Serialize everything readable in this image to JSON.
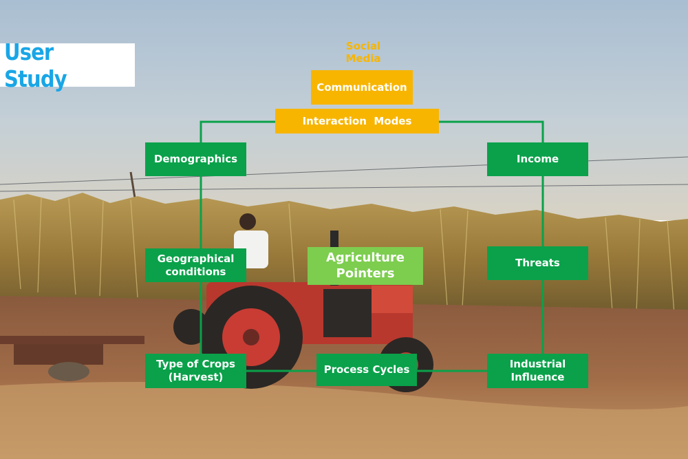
{
  "title": "User Study",
  "top_label": "Social\nMedia",
  "colors": {
    "box_green": "#0aa14a",
    "box_orange": "#f7b500",
    "box_light_green": "#7dcd4f",
    "title_blue": "#19a6e6",
    "connector_green": "#0aa14a"
  },
  "diagram": {
    "nodes": [
      {
        "id": "communication",
        "label": "Communication"
      },
      {
        "id": "interaction-modes",
        "label": "Interaction  Modes"
      },
      {
        "id": "demographics",
        "label": "Demographics"
      },
      {
        "id": "income",
        "label": "Income"
      },
      {
        "id": "geographical-conditions",
        "label": "Geographical\nconditions"
      },
      {
        "id": "agriculture-pointers",
        "label": "Agriculture\nPointers"
      },
      {
        "id": "threats",
        "label": "Threats"
      },
      {
        "id": "type-of-crops",
        "label": "Type of Crops\n(Harvest)"
      },
      {
        "id": "process-cycles",
        "label": "Process Cycles"
      },
      {
        "id": "industrial-influence",
        "label": "Industrial\nInfluence"
      }
    ],
    "edges": [
      {
        "from": "interaction-modes",
        "to": "demographics"
      },
      {
        "from": "interaction-modes",
        "to": "income"
      },
      {
        "from": "demographics",
        "to": "type-of-crops"
      },
      {
        "from": "income",
        "to": "industrial-influence"
      },
      {
        "from": "type-of-crops",
        "to": "process-cycles"
      },
      {
        "from": "process-cycles",
        "to": "industrial-influence"
      }
    ]
  }
}
